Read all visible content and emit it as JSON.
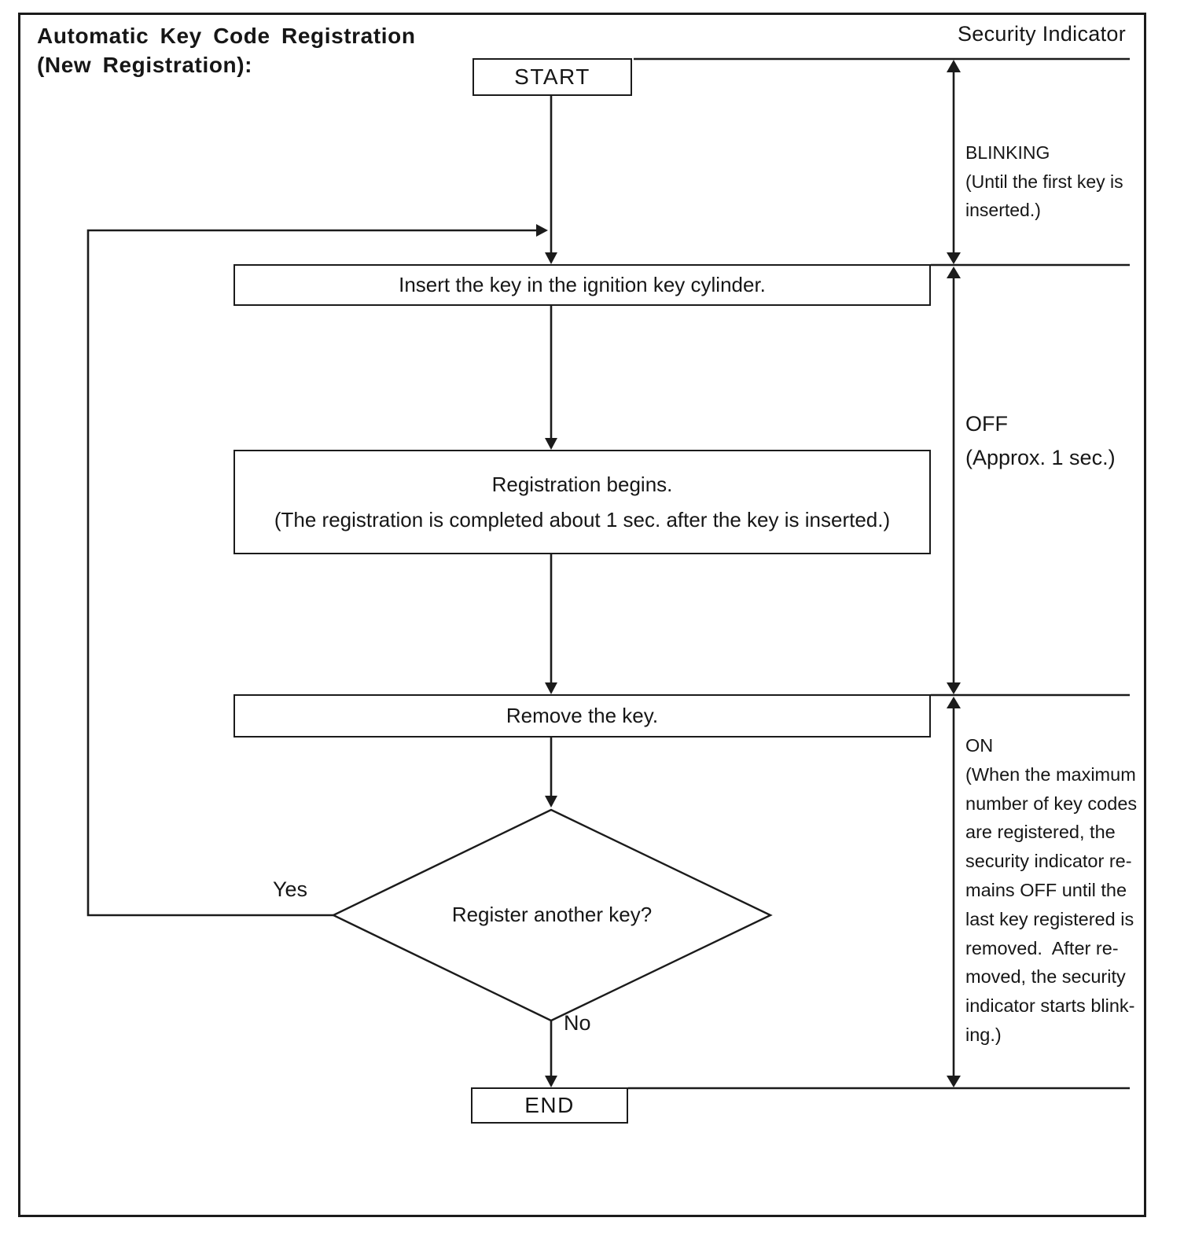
{
  "header": {
    "title": "Automatic Key Code Registration\n(New Registration):",
    "security_indicator": "Security Indicator"
  },
  "flow": {
    "start": "START",
    "step_insert": "Insert the key in the ignition key cylinder.",
    "step_register_line1": "Registration begins.",
    "step_register_line2": "(The registration is completed about 1 sec. after the key is inserted.)",
    "step_remove": "Remove the key.",
    "decision": "Register another key?",
    "branch_yes": "Yes",
    "branch_no": "No",
    "end": "END"
  },
  "indicator": {
    "blinking_note": "BLINKING\n(Until the first key is\ninserted.)",
    "off_note": "OFF\n(Approx. 1 sec.)",
    "on_note": "ON\n(When the maximum\nnumber of key codes\nare registered, the\nsecurity indicator re-\nmains OFF until the\nlast key registered is\nremoved.  After re-\nmoved, the security\nindicator starts blink-\ning.)"
  },
  "colors": {
    "ink": "#1b1b1b",
    "paper": "#ffffff"
  }
}
